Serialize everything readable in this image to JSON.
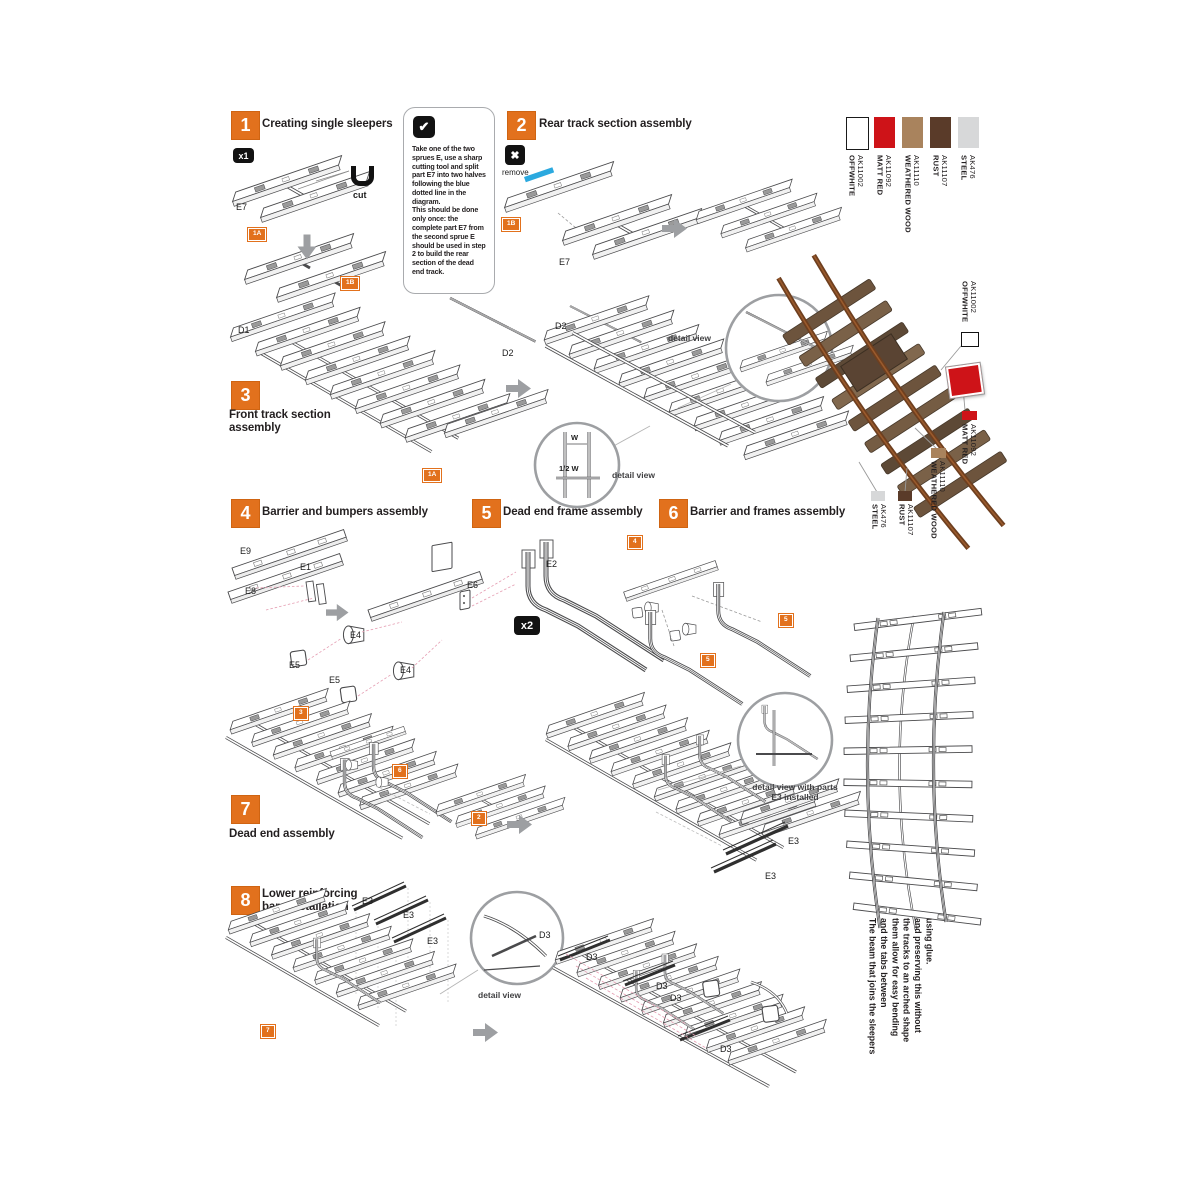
{
  "sheet": {
    "bg": "#ffffff"
  },
  "colors": {
    "accent_orange": "#e2711d",
    "highlight_blue": "#2ba9df",
    "line_dark": "#4a4a4c",
    "gray_ui": "#9d9fa2",
    "pink_guide": "#e59db2"
  },
  "steps": [
    {
      "num": "1",
      "title": "Creating single sleepers"
    },
    {
      "num": "2",
      "title": "Rear track section assembly"
    },
    {
      "num": "3",
      "title": "Front track section assembly"
    },
    {
      "num": "4",
      "title": "Barrier and bumpers assembly"
    },
    {
      "num": "5",
      "title": "Dead end frame assembly"
    },
    {
      "num": "6",
      "title": "Barrier and frames assembly"
    },
    {
      "num": "7",
      "title": "Dead end assembly"
    },
    {
      "num": "8",
      "title": "Lower reinforcing bars installation"
    }
  ],
  "badges": {
    "x1": "x1",
    "x2": "x2",
    "b1a": "1A",
    "b1b": "1B",
    "b2": "2",
    "b3": "3",
    "b4": "4",
    "b5": "5",
    "b6": "6",
    "b7": "7"
  },
  "parts": {
    "e1": "E1",
    "e2": "E2",
    "e3": "E3",
    "e4": "E4",
    "e5": "E5",
    "e6": "E6",
    "e7": "E7",
    "e8": "E8",
    "e9": "E9",
    "d1": "D1",
    "d2": "D2",
    "d3": "D3"
  },
  "labels": {
    "cut": "cut",
    "remove": "remove",
    "detail_view": "detail view",
    "detail_view_e3": "detail view with parts\nE3 installed",
    "w": "W",
    "half_w": "1/2 W"
  },
  "notes": {
    "step1_note": "Take one of the two sprues E, use a sharp cutting tool and split part E7 into two halves following the blue dotted line in the diagram.\nThis should be done only once: the complete part E7 from the second sprue E should be used in step 2 to build the rear section of the dead end track.",
    "bend_note": "The beam that joins the sleepers\nand the tabs between\nthem allow for easy bending\nthe tracks to an arched shape\nand preserving this without\nusing glue."
  },
  "paints": [
    {
      "name": "OFFWHITE",
      "code": "AK11002",
      "color": "#ffffff"
    },
    {
      "name": "MATT RED",
      "code": "AK11092",
      "color": "#ce1318"
    },
    {
      "name": "WEATHERED WOOD",
      "code": "AK11110",
      "color": "#a9835d"
    },
    {
      "name": "RUST",
      "code": "AK11107",
      "color": "#5a3b29"
    },
    {
      "name": "STEEL",
      "code": "AK476",
      "color": "#d7d8d9"
    }
  ]
}
